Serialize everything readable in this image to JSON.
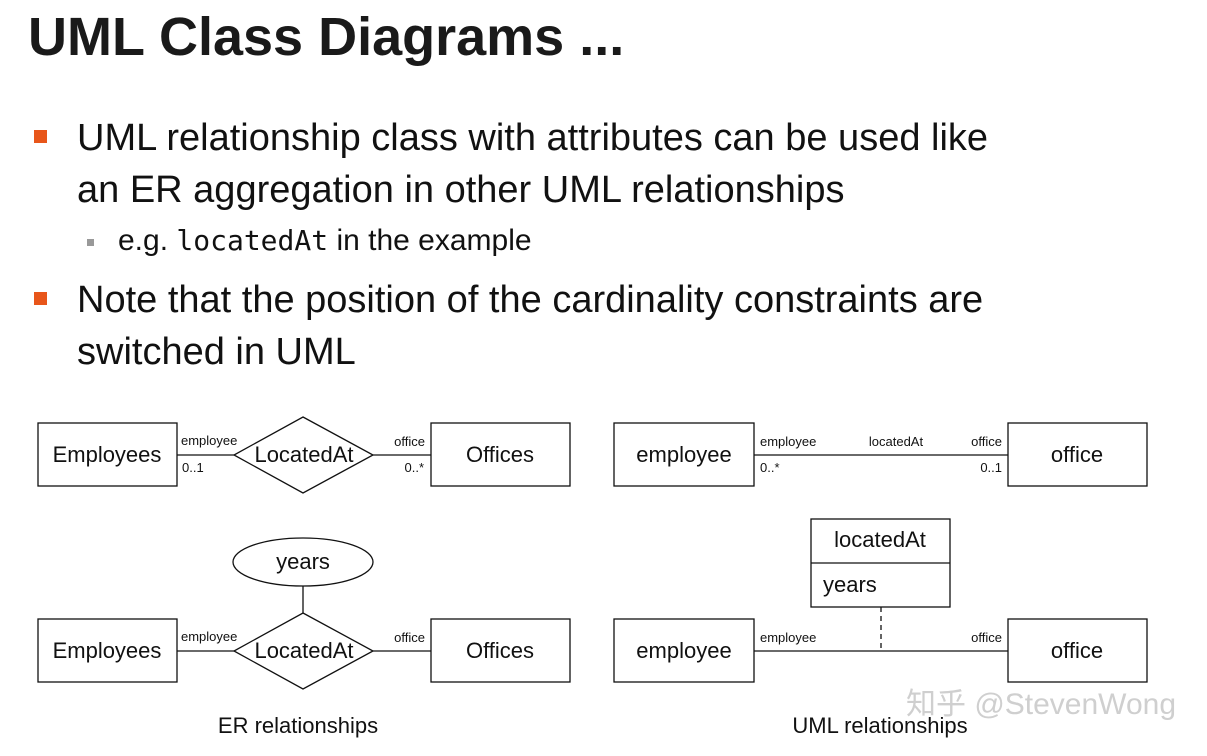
{
  "title": "UML Class Diagrams ...",
  "bullets": {
    "b1_line1": "UML relationship class with attributes can be used like",
    "b1_line2": "an ER aggregation in other UML relationships",
    "sub_prefix": "e.g.",
    "sub_code": "locatedAt",
    "sub_suffix": "in the example",
    "b2_line1": "Note that the position of the cardinality constraints are",
    "b2_line2": "switched in UML"
  },
  "er_top": {
    "entity_left": "Employees",
    "relationship": "LocatedAt",
    "entity_right": "Offices",
    "role_left": "employee",
    "role_right": "office",
    "card_left": "0..1",
    "card_right": "0..*"
  },
  "uml_top": {
    "class_left": "employee",
    "class_right": "office",
    "role_left": "employee",
    "assoc_name": "locatedAt",
    "role_right": "office",
    "card_left": "0..*",
    "card_right": "0..1"
  },
  "er_bottom": {
    "attribute": "years",
    "entity_left": "Employees",
    "relationship": "LocatedAt",
    "entity_right": "Offices",
    "role_left": "employee",
    "role_right": "office",
    "caption": "ER relationships"
  },
  "uml_bottom": {
    "assoc_class_name": "locatedAt",
    "assoc_class_attr": "years",
    "class_left": "employee",
    "class_right": "office",
    "role_left": "employee",
    "role_right": "office",
    "caption": "UML relationships"
  },
  "watermark": "知乎 @StevenWong",
  "colors": {
    "bullet": "#e8561a",
    "sub_bullet": "#999999",
    "text": "#111111"
  }
}
